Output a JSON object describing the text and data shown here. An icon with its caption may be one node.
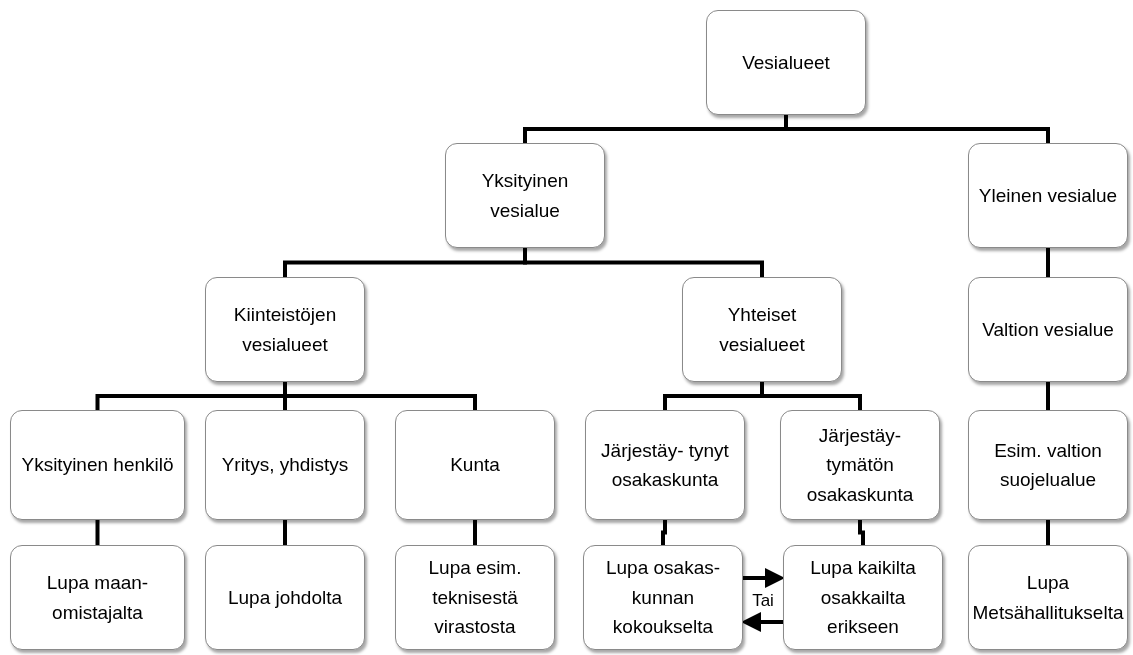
{
  "diagram": {
    "nodes": [
      {
        "text": [
          "Vesialueet"
        ]
      },
      {
        "text": [
          "Yksityinen vesialue"
        ]
      },
      {
        "text": [
          "Yleinen vesialue"
        ]
      },
      {
        "text": [
          "Kiinteistöjen vesialueet"
        ]
      },
      {
        "text": [
          "Yhteiset vesialueet"
        ]
      },
      {
        "text": [
          "Valtion vesialue"
        ]
      },
      {
        "text": [
          "Yksityinen henkilö"
        ]
      },
      {
        "text": [
          "Yritys, yhdistys"
        ]
      },
      {
        "text": [
          "Kunta"
        ]
      },
      {
        "text": [
          "Järjestäy- tynyt osakaskunta"
        ]
      },
      {
        "text": [
          "Järjestäy- tymätön osakaskunta"
        ]
      },
      {
        "text": [
          "Esim. valtion suojelualue"
        ]
      },
      {
        "text": [
          "Lupa maan- omistajalta"
        ]
      },
      {
        "text": [
          "Lupa johdolta"
        ]
      },
      {
        "text": [
          "Lupa esim. teknisestä virastosta"
        ]
      },
      {
        "text": [
          "Lupa osakas- kunnan kokoukselta"
        ]
      },
      {
        "text": [
          "Lupa kaikilta osakkailta erikseen"
        ]
      },
      {
        "text": [
          "Lupa Metsähallitukselta"
        ]
      }
    ],
    "edges": [
      {
        "from": 0,
        "to": 1,
        "arrow": "none"
      },
      {
        "from": 0,
        "to": 2,
        "arrow": "none"
      },
      {
        "from": 1,
        "to": 3,
        "arrow": "none"
      },
      {
        "from": 1,
        "to": 4,
        "arrow": "none"
      },
      {
        "from": 2,
        "to": 5,
        "arrow": "none"
      },
      {
        "from": 3,
        "to": 6,
        "arrow": "none"
      },
      {
        "from": 3,
        "to": 7,
        "arrow": "none"
      },
      {
        "from": 3,
        "to": 8,
        "arrow": "none"
      },
      {
        "from": 4,
        "to": 9,
        "arrow": "none"
      },
      {
        "from": 4,
        "to": 10,
        "arrow": "none"
      },
      {
        "from": 5,
        "to": 11,
        "arrow": "none"
      },
      {
        "from": 6,
        "to": 12,
        "arrow": "none"
      },
      {
        "from": 7,
        "to": 13,
        "arrow": "none"
      },
      {
        "from": 8,
        "to": 14,
        "arrow": "none"
      },
      {
        "from": 9,
        "to": 15,
        "arrow": "none"
      },
      {
        "from": 10,
        "to": 16,
        "arrow": "none"
      },
      {
        "from": 11,
        "to": 17,
        "arrow": "none"
      },
      {
        "from": 15,
        "to": 16,
        "arrow": "to",
        "label": "Tai"
      },
      {
        "from": 16,
        "to": 15,
        "arrow": "to"
      }
    ]
  }
}
